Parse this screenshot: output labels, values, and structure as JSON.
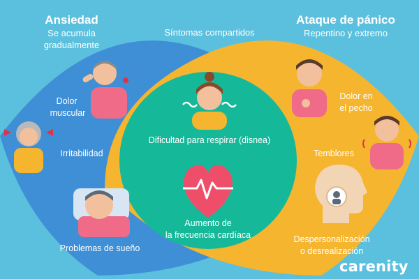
{
  "colors": {
    "background": "#5bc0de",
    "anxiety": "#3f8fd6",
    "panic": "#f5b52e",
    "shared": "#16b89a",
    "heart": "#ee4e6a",
    "text": "#ffffff"
  },
  "anxiety": {
    "title": "Ansiedad",
    "subtitle_line1": "Se acumula",
    "subtitle_line2": "gradualmente",
    "symptoms": {
      "muscle_line1": "Dolor",
      "muscle_line2": "muscular",
      "irritability": "Irritabilidad",
      "sleep": "Problemas de sueño"
    }
  },
  "panic": {
    "title": "Ataque de pánico",
    "subtitle": "Repentino y extremo",
    "symptoms": {
      "chest_line1": "Dolor en",
      "chest_line2": "el pecho",
      "tremors": "Temblores",
      "deperson_line1": "Despersonalización",
      "deperson_line2": "o desrealización"
    }
  },
  "shared": {
    "title": "Síntomas compartidos",
    "breathing": "Dificultad para respirar (disnea)",
    "heart_line1": "Aumento de",
    "heart_line2": "la frecuencia cardíaca"
  },
  "brand": {
    "logo_text": "carenity"
  },
  "icons": [
    "person-neck-pain-icon",
    "irritated-woman-icon",
    "sleepless-man-icon",
    "breathless-woman-icon",
    "heart-pulse-icon",
    "chest-pain-man-icon",
    "trembling-man-icon",
    "head-depersonalization-icon"
  ]
}
